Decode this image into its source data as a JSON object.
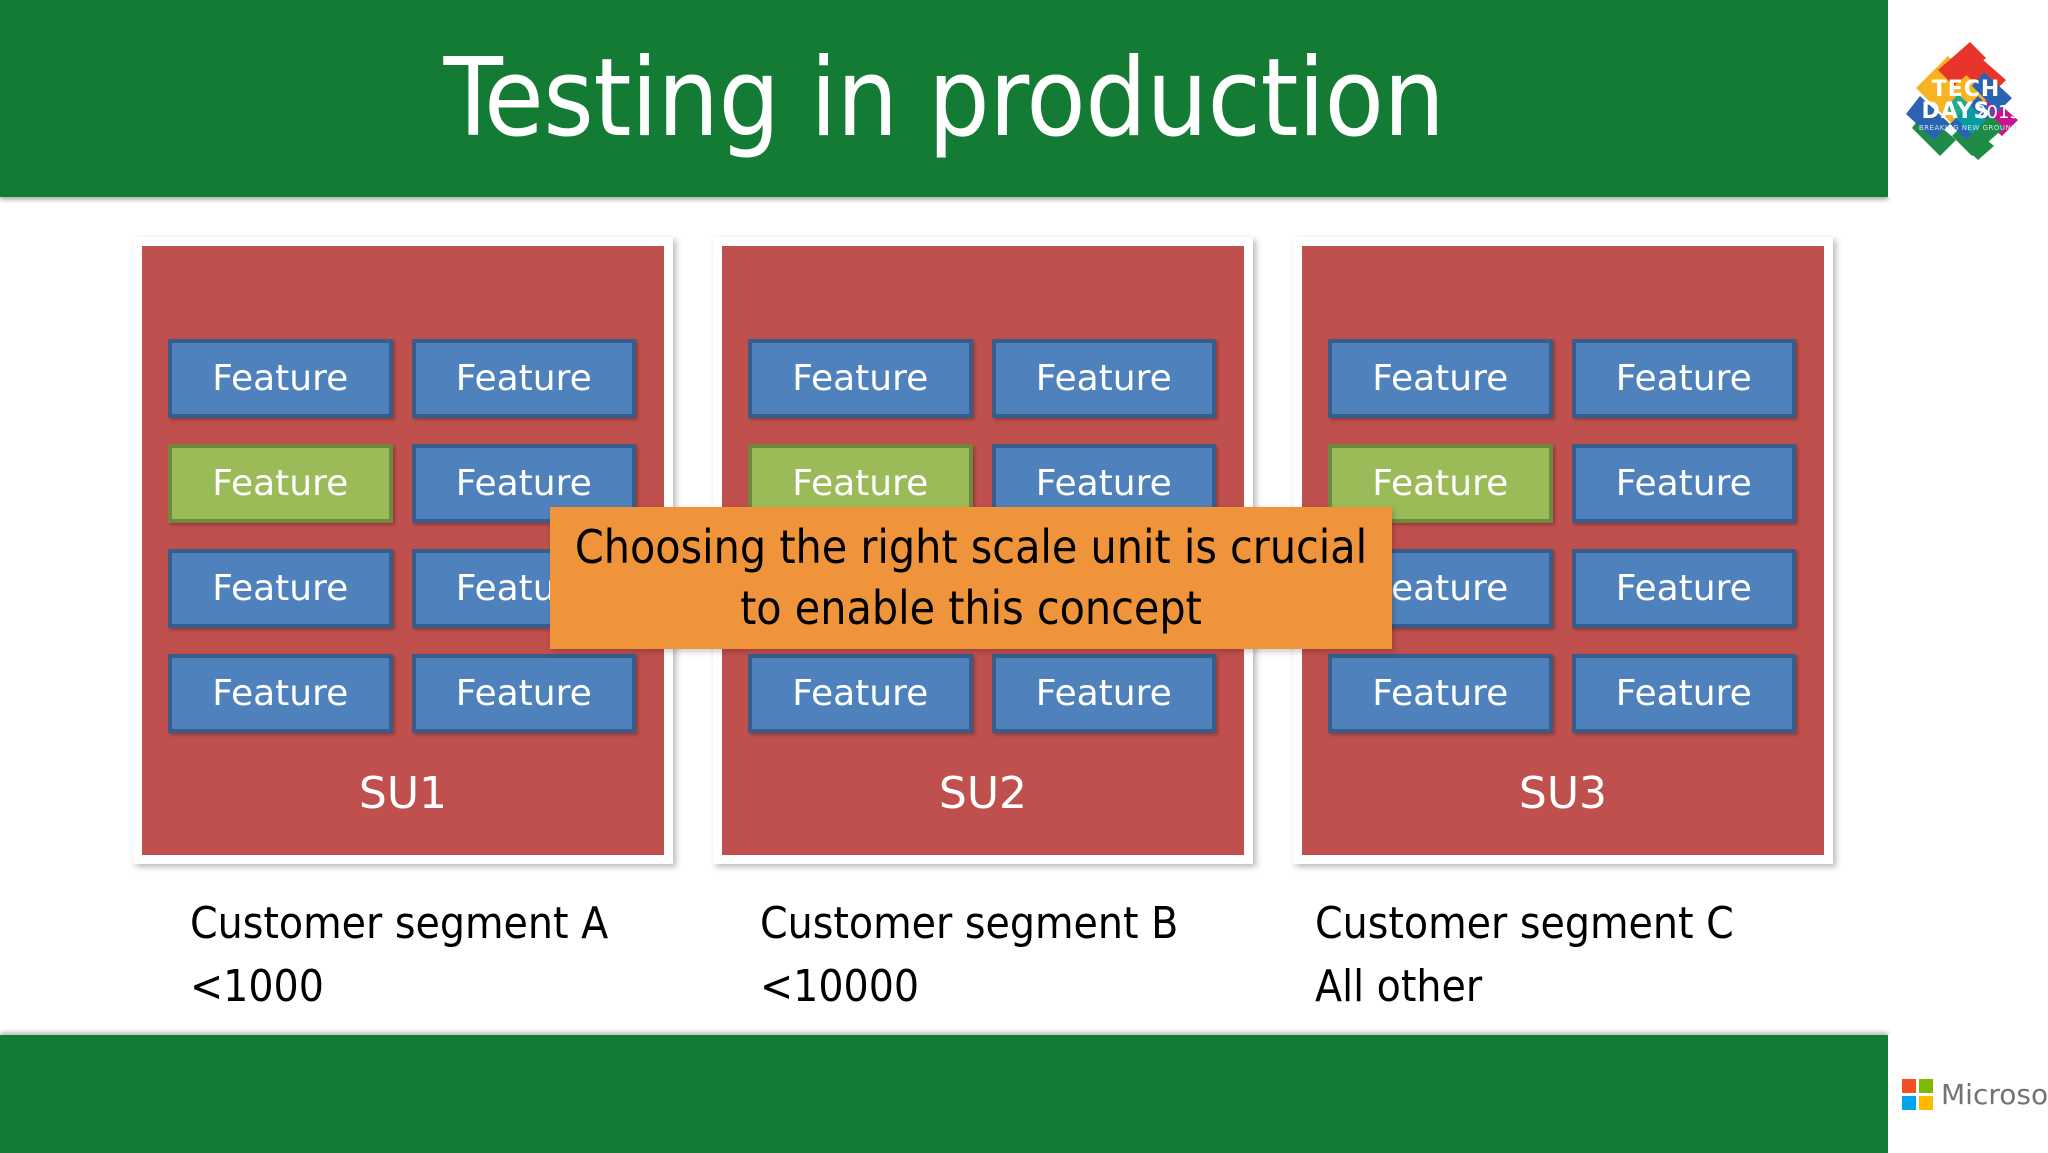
{
  "header": {
    "title": "Testing in production",
    "background_color": "#137B33",
    "title_color": "#FFFFFF",
    "logo": {
      "name": "techdays-2015-logo",
      "line1": "TECH",
      "line2": "DAYS",
      "year": "2015",
      "tagline": "BREAKING NEW GROUND"
    }
  },
  "colors": {
    "scale_unit_red": "#C0504D",
    "feature_blue": "#4F81BD",
    "feature_blue_border": "#385D8A",
    "feature_green": "#9BBB59",
    "feature_green_border": "#71893F",
    "callout_orange": "#F0943C",
    "brand_green": "#137B33"
  },
  "diagram": {
    "feature_label": "Feature",
    "panels": [
      {
        "id": "su1",
        "label": "SU1",
        "features": [
          {
            "label": "Feature",
            "state": "normal"
          },
          {
            "label": "Feature",
            "state": "normal"
          },
          {
            "label": "Feature",
            "state": "highlighted"
          },
          {
            "label": "Feature",
            "state": "normal"
          },
          {
            "label": "Feature",
            "state": "normal"
          },
          {
            "label": "Feature",
            "state": "normal"
          },
          {
            "label": "Feature",
            "state": "normal"
          },
          {
            "label": "Feature",
            "state": "normal"
          }
        ],
        "caption_line1": "Customer segment A",
        "caption_line2": "<1000"
      },
      {
        "id": "su2",
        "label": "SU2",
        "features": [
          {
            "label": "Feature",
            "state": "normal"
          },
          {
            "label": "Feature",
            "state": "normal"
          },
          {
            "label": "Feature",
            "state": "highlighted"
          },
          {
            "label": "Feature",
            "state": "normal"
          },
          {
            "label": "Feature",
            "state": "normal"
          },
          {
            "label": "Feature",
            "state": "normal"
          },
          {
            "label": "Feature",
            "state": "normal"
          },
          {
            "label": "Feature",
            "state": "normal"
          }
        ],
        "caption_line1": "Customer segment B",
        "caption_line2": "<10000"
      },
      {
        "id": "su3",
        "label": "SU3",
        "features": [
          {
            "label": "Feature",
            "state": "normal"
          },
          {
            "label": "Feature",
            "state": "normal"
          },
          {
            "label": "Feature",
            "state": "highlighted"
          },
          {
            "label": "Feature",
            "state": "normal"
          },
          {
            "label": "Feature",
            "state": "normal"
          },
          {
            "label": "Feature",
            "state": "normal"
          },
          {
            "label": "Feature",
            "state": "normal"
          },
          {
            "label": "Feature",
            "state": "normal"
          }
        ],
        "caption_line1": "Customer segment C",
        "caption_line2": "All other"
      }
    ]
  },
  "callout": {
    "line1": "Choosing the right scale unit is crucial",
    "line2": "to enable this concept"
  },
  "footer": {
    "background_color": "#137B33",
    "logo": {
      "name": "microsoft-logo",
      "text": "Microsoft",
      "square_colors": [
        "#F25022",
        "#7FBA00",
        "#00A4EF",
        "#FFB900"
      ]
    }
  }
}
